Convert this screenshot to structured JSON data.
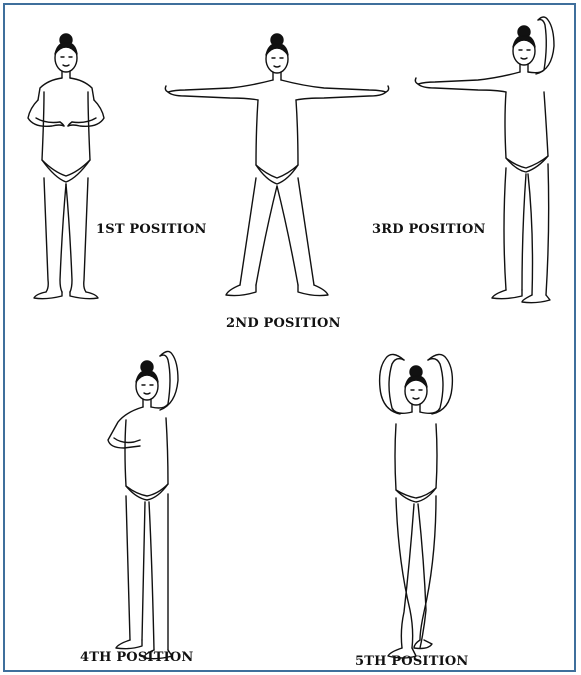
{
  "labels": {
    "first": "1ST POSITION",
    "second": "2ND POSITION",
    "third": "3RD POSITION",
    "fourth": "4TH POSITION",
    "fifth": "5TH POSITION"
  },
  "colors": {
    "frame_border": "#3f6f9c",
    "ink": "#111111"
  }
}
